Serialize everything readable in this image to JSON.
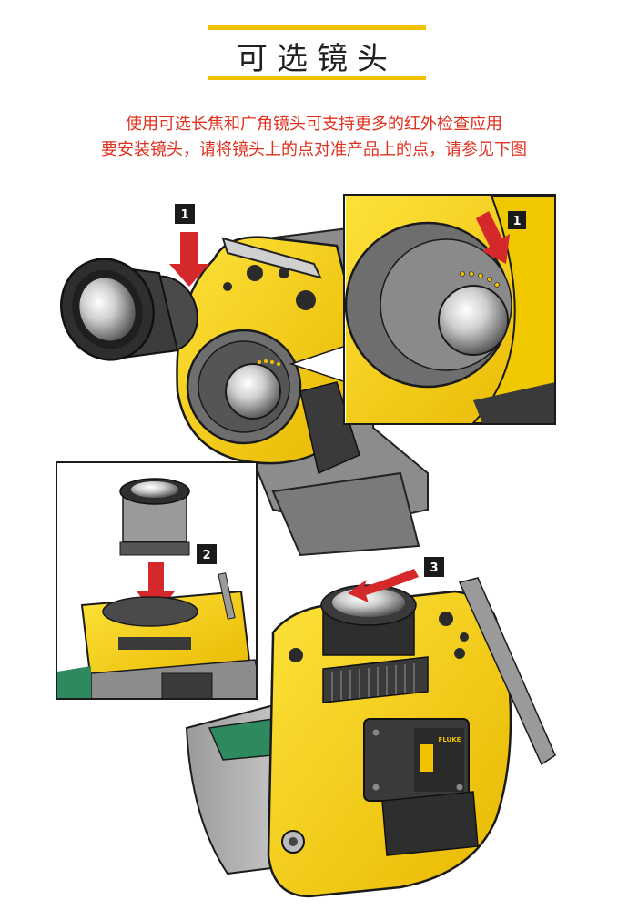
{
  "title": "可选镜头",
  "description": {
    "line1": "使用可选长焦和广角镜头可支持更多的红外检查应用",
    "line2": "要安装镜头，请将镜头上的点对准产品上的点，请参见下图"
  },
  "steps": {
    "step1_main": "1",
    "step1_inset": "1",
    "step2": "2",
    "step3": "3"
  },
  "brand": "FLUKE",
  "colors": {
    "title_bar": "#f2c100",
    "description_text": "#e0301e",
    "arrow_red": "#d4282a",
    "camera_yellow": "#f5d000",
    "badge": "#1a1a1a"
  }
}
